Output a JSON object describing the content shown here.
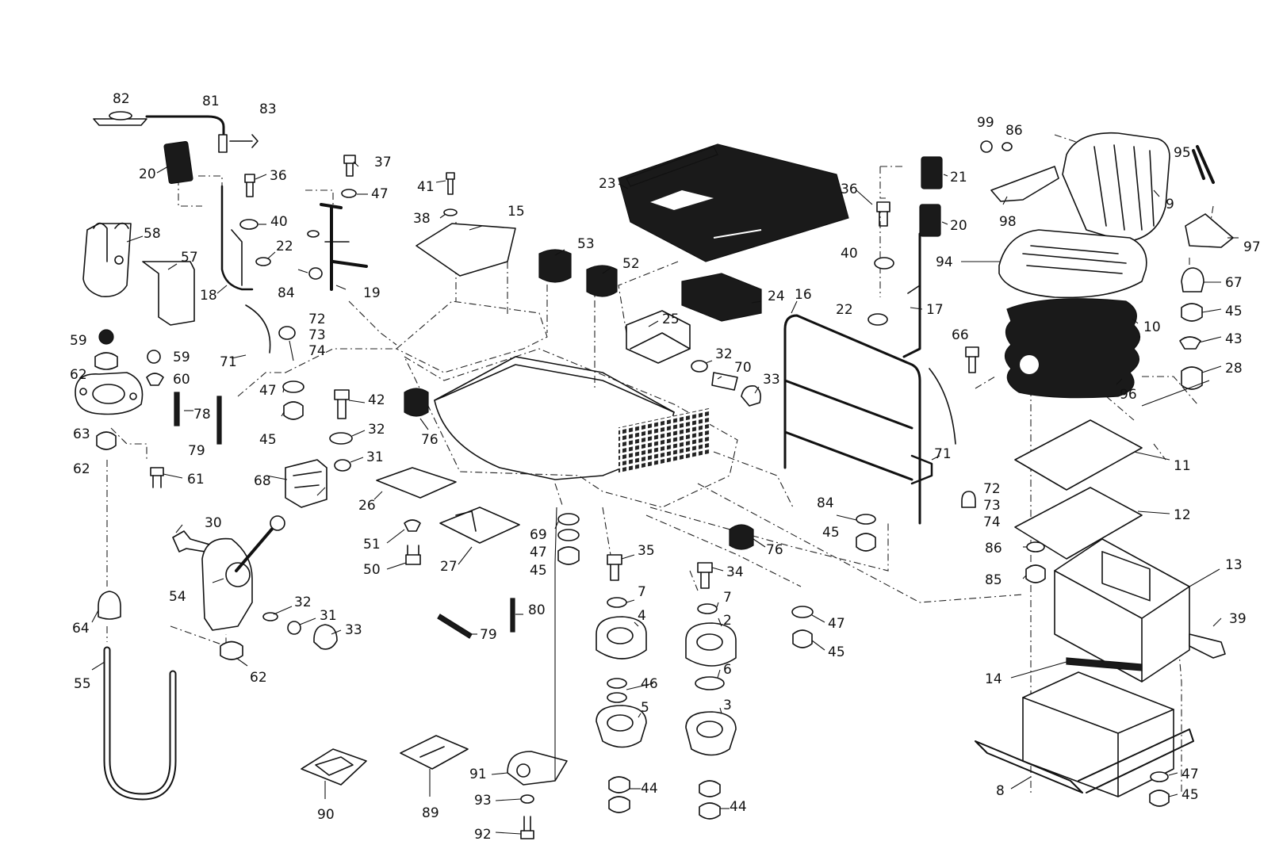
{
  "labels": {
    "l82": "82",
    "l81": "81",
    "l83": "83",
    "l20a": "20",
    "l37": "37",
    "l36a": "36",
    "l47a": "47",
    "l40a": "40",
    "l22a": "22",
    "l84a": "84",
    "l19": "19",
    "l18": "18",
    "l58": "58",
    "l57": "57",
    "l72a": "72",
    "l73a": "73",
    "l74a": "74",
    "l71a": "71",
    "l59a": "59",
    "l62a": "62",
    "l59b": "59",
    "l60": "60",
    "l78": "78",
    "l79a": "79",
    "l63": "63",
    "l62b": "62",
    "l61": "61",
    "l47b": "47",
    "l42": "42",
    "l45a": "45",
    "l32a": "32",
    "l31a": "31",
    "l68": "68",
    "l41": "41",
    "l38": "38",
    "l15": "15",
    "l53": "53",
    "l52": "52",
    "l23": "23",
    "l24": "24",
    "l25": "25",
    "l32b": "32",
    "l70": "70",
    "l33a": "33",
    "l76a": "76",
    "l26": "26",
    "l51": "51",
    "l50": "50",
    "l27": "27",
    "l69": "69",
    "l47c": "47",
    "l45b": "45",
    "l30": "30",
    "l54": "54",
    "l32c": "32",
    "l31b": "31",
    "l33b": "33",
    "l62c": "62",
    "l64": "64",
    "l55": "55",
    "l80": "80",
    "l79b": "79",
    "l35": "35",
    "l34": "34",
    "l7a": "7",
    "l4": "4",
    "l7b": "7",
    "l2": "2",
    "l46": "46",
    "l6": "6",
    "l5": "5",
    "l3": "3",
    "l44a": "44",
    "l44b": "44",
    "l76b": "76",
    "l47d": "47",
    "l45c": "45",
    "l90": "90",
    "l89": "89",
    "l91": "91",
    "l93": "93",
    "l92": "92",
    "l16": "16",
    "l36b": "36",
    "l40b": "40",
    "l22b": "22",
    "l17": "17",
    "l21": "21",
    "l20b": "20",
    "l71b": "71",
    "l84b": "84",
    "l45d": "45",
    "l72b": "72",
    "l73b": "73",
    "l74b": "74",
    "l99": "99",
    "l86a": "86",
    "l98": "98",
    "l9": "9",
    "l95": "95",
    "l97": "97",
    "l94": "94",
    "l10": "10",
    "l96": "96",
    "l66": "66",
    "l67": "67",
    "l45e": "45",
    "l43": "43",
    "l28": "28",
    "l11": "11",
    "l12": "12",
    "l86b": "86",
    "l85": "85",
    "l13": "13",
    "l39": "39",
    "l14": "14",
    "l8": "8",
    "l47e": "47",
    "l45f": "45"
  }
}
